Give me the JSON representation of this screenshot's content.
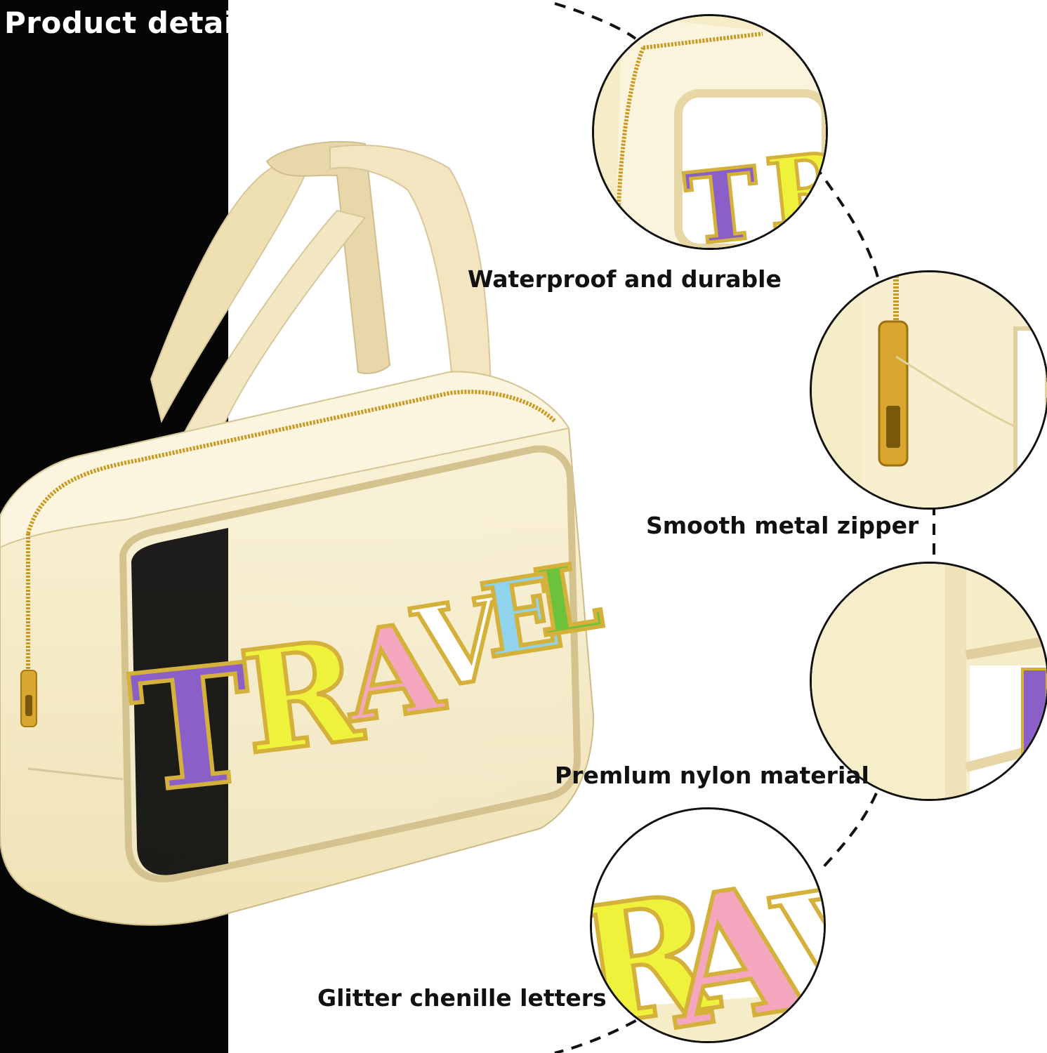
{
  "page": {
    "title": "Product details"
  },
  "features": [
    {
      "label": "Waterproof and durable"
    },
    {
      "label": "Smooth metal zipper"
    },
    {
      "label": "Premlum nylon material"
    },
    {
      "label": "Glitter chenille letters"
    }
  ],
  "product": {
    "letters": [
      "T",
      "R",
      "A",
      "V",
      "E",
      "L"
    ],
    "letter_colors": [
      "#8a5fc8",
      "#eef23a",
      "#f4a6bf",
      "#ffffff",
      "#8fd3ec",
      "#6cc23a"
    ],
    "bag_color": "#f6edc9",
    "zipper_color": "#d4a72c"
  }
}
